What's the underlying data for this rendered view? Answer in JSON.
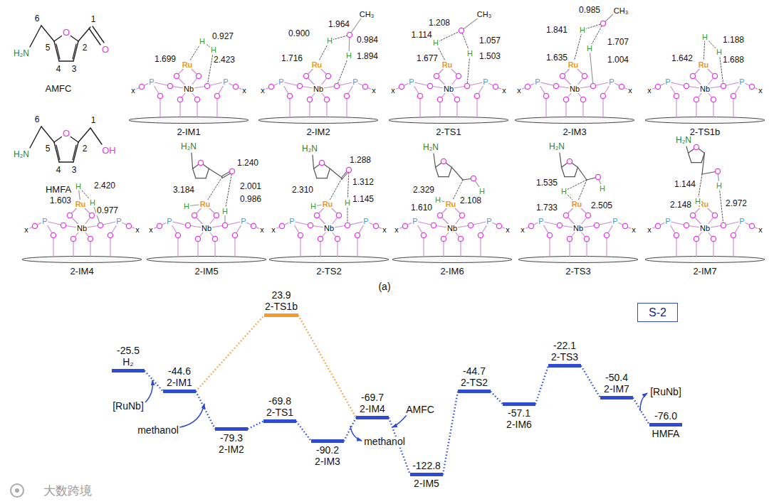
{
  "diagram": {
    "nodes": [
      {
        "text": [
          "-25.5",
          "H₂"
        ]
      },
      {
        "text": [
          "-44.6",
          "2-IM1"
        ]
      },
      {
        "text": [
          "23.9",
          "2-TS1b"
        ]
      },
      {
        "text": [
          "-79.3",
          "2-IM2"
        ]
      },
      {
        "text": [
          "-69.8",
          "2-TS1"
        ]
      },
      {
        "text": [
          "-90.2",
          "2-IM3"
        ]
      },
      {
        "text": [
          "-69.7",
          "2-IM4"
        ]
      },
      {
        "text": [
          "-122.8",
          "2-IM5"
        ]
      },
      {
        "text": [
          "-44.7",
          "2-TS2"
        ]
      },
      {
        "text": [
          "-57.1",
          "2-IM6"
        ]
      },
      {
        "text": [
          "-22.1",
          "2-TS3"
        ]
      },
      {
        "text": [
          "-50.4",
          "2-IM7"
        ]
      },
      {
        "text": [
          "-76.0",
          "HMFA"
        ]
      },
      {
        "text": [
          "S-2"
        ]
      }
    ],
    "edges": [
      {
        "from": 0,
        "to": 1,
        "arrow": "none"
      },
      {
        "from": 1,
        "to": 2,
        "arrow": "none"
      },
      {
        "from": 2,
        "to": 6,
        "arrow": "none"
      },
      {
        "from": 1,
        "to": 3,
        "arrow": "none"
      },
      {
        "from": 3,
        "to": 4,
        "arrow": "none"
      },
      {
        "from": 4,
        "to": 5,
        "arrow": "none"
      },
      {
        "from": 5,
        "to": 6,
        "arrow": "none"
      },
      {
        "from": 6,
        "to": 7,
        "arrow": "none"
      },
      {
        "from": 7,
        "to": 8,
        "arrow": "none"
      },
      {
        "from": 8,
        "to": 9,
        "arrow": "none"
      },
      {
        "from": 9,
        "to": 10,
        "arrow": "none"
      },
      {
        "from": 10,
        "to": 11,
        "arrow": "none"
      },
      {
        "from": 11,
        "to": 12,
        "arrow": "none"
      }
    ],
    "labels": [
      "6",
      "1",
      "H₂N",
      "5",
      "O",
      "2",
      "4",
      "3",
      "O",
      "AMFC",
      "6",
      "1",
      "H₂N",
      "5",
      "O",
      "2",
      "4",
      "3",
      "OH",
      "HMFA",
      "2-IM1",
      "Ru",
      "Nb",
      "P",
      "P",
      "x",
      "x",
      "H",
      "H",
      "1.699",
      "0.927",
      "2.423",
      "2-IM2",
      "Ru",
      "Nb",
      "P",
      "P",
      "x",
      "x",
      "1.964",
      "CH₃",
      "0.900",
      "H",
      "0.984",
      "H",
      "1.716",
      "1.894",
      "2-TS1",
      "Ru",
      "Nb",
      "P",
      "P",
      "x",
      "x",
      "1.208",
      "CH₃",
      "1.114",
      "H",
      "1.057",
      "1.677",
      "H",
      "1.503",
      "2-IM3",
      "Ru",
      "Nb",
      "P",
      "P",
      "x",
      "x",
      "0.985",
      "CH₃",
      "1.841",
      "H",
      "1.707",
      "1.635",
      "H",
      "1.004",
      "2-TS1b",
      "Ru",
      "Nb",
      "P",
      "P",
      "x",
      "x",
      "H",
      "1.188",
      "H",
      "1.642",
      "1.688",
      "2-IM4",
      "Ru",
      "Nb",
      "P",
      "P",
      "x",
      "x",
      "H",
      "2.420",
      "1.603",
      "H",
      "0.977",
      "2-IM5",
      "Ru",
      "Nb",
      "P",
      "P",
      "x",
      "x",
      "H₂N",
      "1.240",
      "3.184",
      "2.001",
      "H",
      "H",
      "0.986",
      "2-TS2",
      "Ru",
      "Nb",
      "P",
      "P",
      "x",
      "x",
      "H₂N",
      "1.288",
      "2.310",
      "1.312",
      "H",
      "H",
      "1.145",
      "2-IM6",
      "Ru",
      "Nb",
      "P",
      "P",
      "x",
      "x",
      "H₂N",
      "2.329",
      "H",
      "1.610",
      "2.108",
      "H",
      "2-TS3",
      "Ru",
      "Nb",
      "P",
      "P",
      "x",
      "x",
      "H₂N",
      "1.535",
      "H",
      "1.733",
      "2.505",
      "H",
      "2-IM7",
      "Ru",
      "Nb",
      "P",
      "P",
      "x",
      "x",
      "H₂N",
      "1.144",
      "H",
      "H",
      "2.148",
      "2.972",
      "(a)",
      "[RuNb]",
      "methanol",
      "methanol",
      "AMFC",
      "[RuNb]",
      "大数跨境"
    ]
  }
}
